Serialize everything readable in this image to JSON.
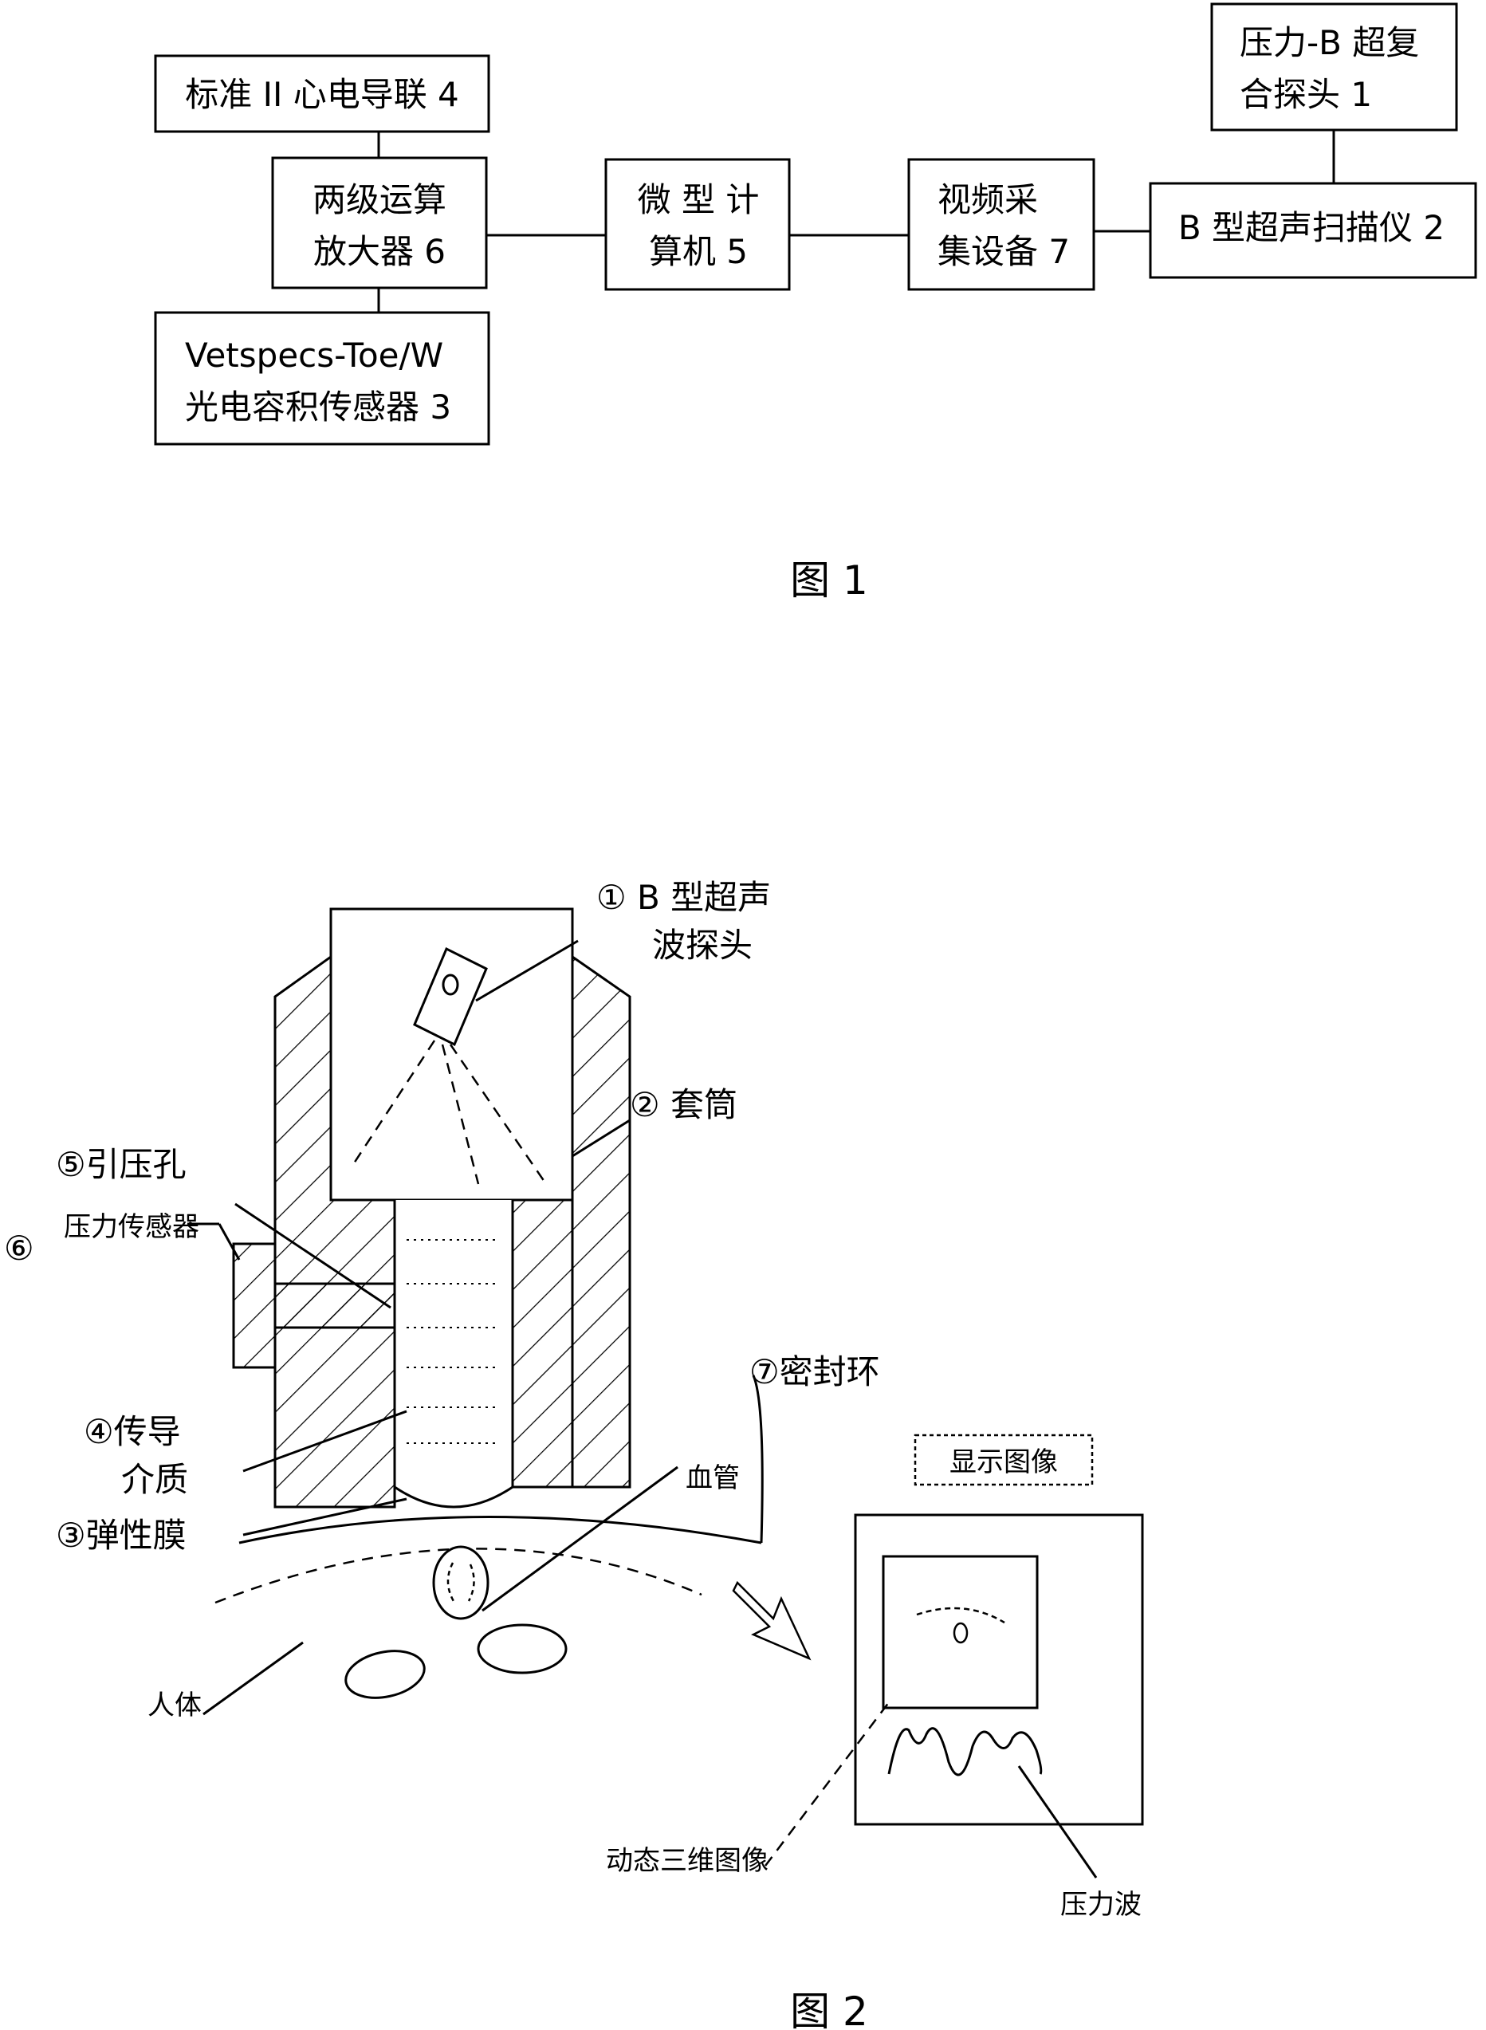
{
  "figure1": {
    "caption": "图 1",
    "boxes": {
      "ecg": {
        "line1": "标准 II 心电导联 4"
      },
      "amp": {
        "line1": "两级运算",
        "line2": "放大器 6"
      },
      "sensor": {
        "line1": "Vetspecs-Toe/W",
        "line2": "光电容积传感器 3"
      },
      "computer": {
        "line1": "微 型 计",
        "line2": "算机 5"
      },
      "video": {
        "line1": "视频采",
        "line2": "集设备 7"
      },
      "scanner": {
        "line1": "B 型超声扫描仪 2"
      },
      "probe": {
        "line1": "压力-B 超复",
        "line2": "合探头 1"
      }
    }
  },
  "figure2": {
    "caption": "图 2",
    "labels": {
      "probe_line1": "① B 型超声",
      "probe_line2": "波探头",
      "sleeve": "② 套筒",
      "port": "⑤引压孔",
      "sensor_num": "⑥",
      "sensor": "压力传感器",
      "seal": "⑦密封环",
      "medium_line1": "④传导",
      "medium_line2": "介质",
      "vessel": "血管",
      "membrane": "③弹性膜",
      "body": "人体",
      "display_title": "显示图像",
      "image_3d": "动态三维图像",
      "pressure_wave": "压力波"
    }
  }
}
